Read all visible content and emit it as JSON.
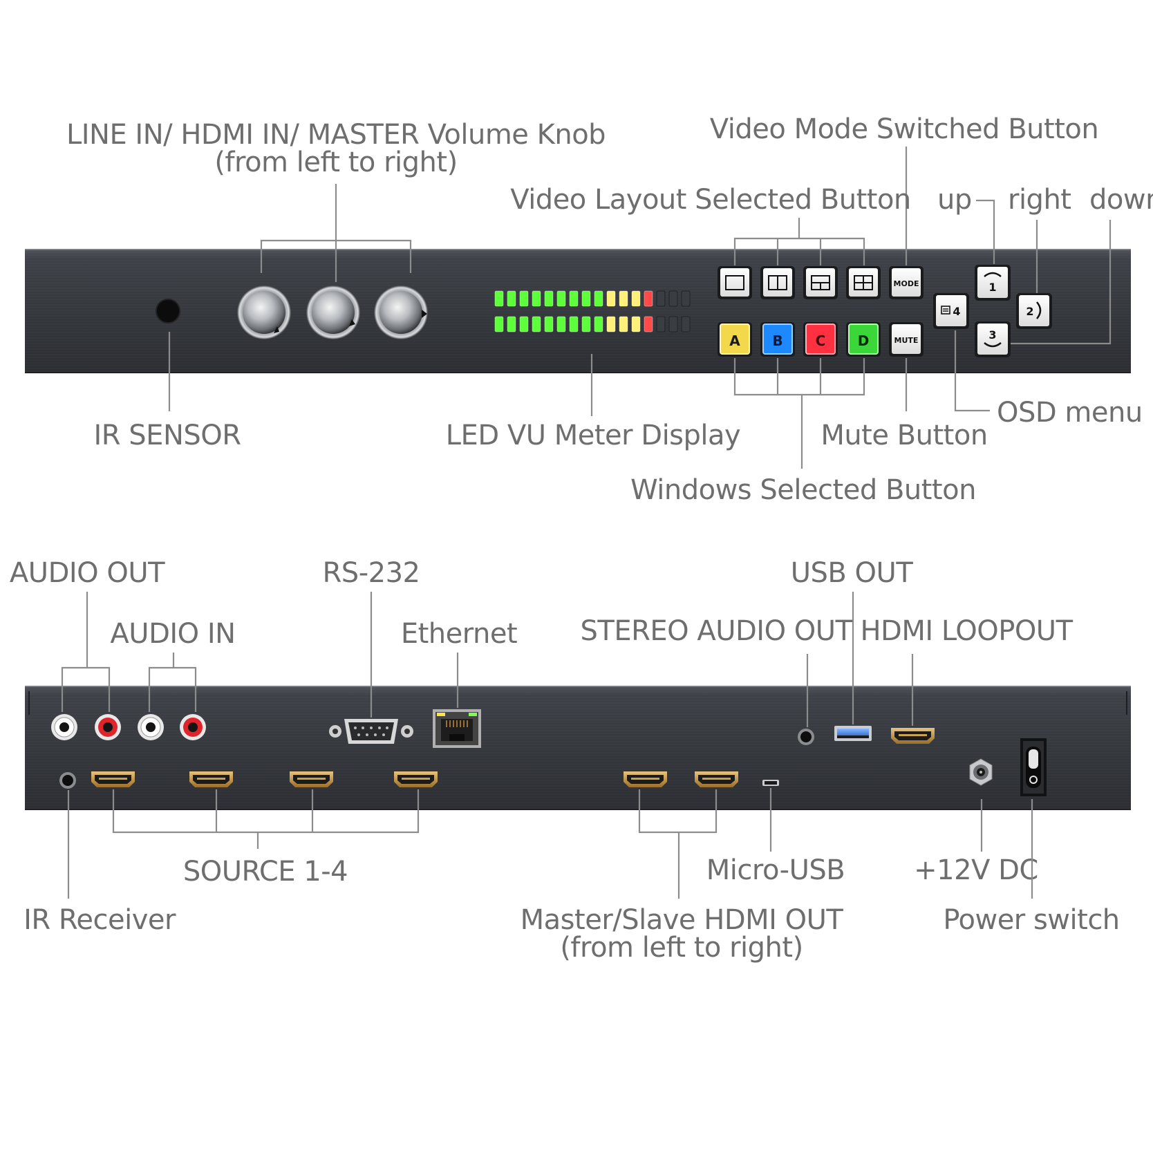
{
  "front": {
    "labels": {
      "volume_knobs_line1": "LINE IN/ HDMI IN/ MASTER Volume Knob",
      "volume_knobs_line2": "(from left to right)",
      "video_mode_button": "Video Mode Switched Button",
      "video_layout_button": "Video Layout Selected Button",
      "up": "up",
      "right": "right",
      "down": "down",
      "ir_sensor": "IR SENSOR",
      "led_vu_meter": "LED VU Meter Display",
      "mute_button": "Mute Button",
      "osd_menu": "OSD menu",
      "windows_button": "Windows Selected Button"
    },
    "buttons": {
      "mode": "MODE",
      "mute": "MUTE",
      "windows": [
        "A",
        "B",
        "C",
        "D"
      ],
      "nav_up": "1",
      "nav_right": "2",
      "nav_down": "3",
      "nav_menu": "4"
    },
    "colors": {
      "window_a": "#f2d84a",
      "window_b": "#1e88ff",
      "window_c": "#ff3040",
      "window_d": "#3ad63a",
      "led_green": "#5cff3a",
      "led_yellow": "#fff07a",
      "led_red": "#ff4a4a"
    }
  },
  "rear": {
    "labels": {
      "audio_out": "AUDIO OUT",
      "audio_in": "AUDIO IN",
      "rs232": "RS-232",
      "ethernet": "Ethernet",
      "usb_out": "USB OUT",
      "stereo_audio_out": "STEREO AUDIO OUT",
      "hdmi_loopout": "HDMI LOOPOUT",
      "source": "SOURCE 1-4",
      "micro_usb": "Micro-USB",
      "dc": "+12V DC",
      "ir_receiver": "IR Receiver",
      "hdmi_out_line1": "Master/Slave HDMI OUT",
      "hdmi_out_line2": "(from left to right)",
      "power_switch": "Power switch"
    }
  }
}
